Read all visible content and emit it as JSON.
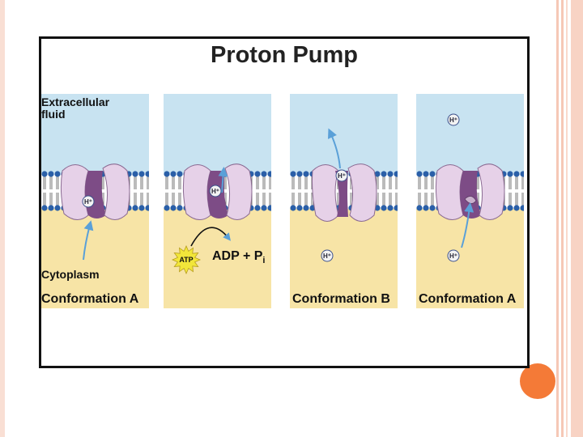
{
  "slide": {
    "title": "Proton Pump"
  },
  "diagram": {
    "extracellular_label": "Extracellular\nfluid",
    "cytoplasm_label": "Cytoplasm",
    "atp_label": "ATP",
    "adp_label": "ADP + P",
    "adp_subscript": "i",
    "proton_label": "H⁺",
    "panels": [
      {
        "caption": "Conformation A"
      },
      {
        "caption": ""
      },
      {
        "caption": "Conformation B"
      },
      {
        "caption": "Conformation A"
      }
    ]
  },
  "colors": {
    "extracellular": "#c8e3f1",
    "cytoplasm": "#f7e4a6",
    "protein_dark": "#7d4c86",
    "protein_light": "#e6d1e8",
    "lipid_head": "#2a5fa8",
    "arrow": "#5aa0d8",
    "accent_dot": "#f47a37"
  }
}
